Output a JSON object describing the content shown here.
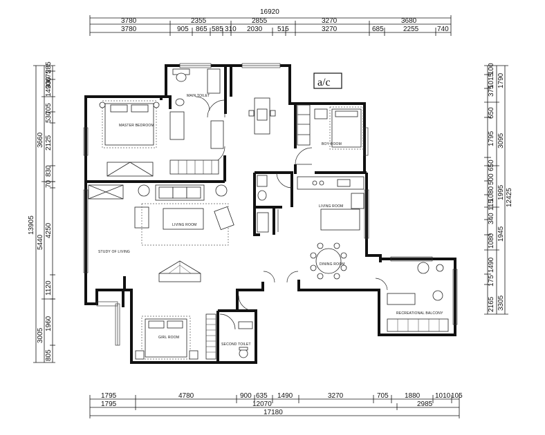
{
  "dimensions": {
    "top_total": "16920",
    "top_row1": [
      "3780",
      "2355",
      "2855",
      "3270",
      "3680"
    ],
    "top_row2": [
      "3780",
      "905",
      "865",
      "585",
      "310",
      "2030",
      "515",
      "3270",
      "685",
      "2255",
      "740"
    ],
    "bottom_row1": [
      "1795",
      "4780",
      "900",
      "635",
      "1490",
      "3270",
      "705",
      "1880",
      "1010",
      "105"
    ],
    "bottom_row2": [
      "1795",
      "12070",
      "2985"
    ],
    "bottom_total": "17180",
    "left_outer": "13905",
    "left_mid": [
      "3660",
      "5440",
      "3005"
    ],
    "left_inner": [
      "285",
      "675",
      "330",
      "1490",
      "705",
      "530",
      "2125",
      "830",
      "70",
      "4250",
      "1120",
      "1960",
      "805"
    ],
    "right_outer": "12425",
    "right_mid": [
      "1790",
      "3095",
      "1995",
      "1945",
      "3305"
    ],
    "right_inner": [
      "100",
      "1015",
      "375",
      "650",
      "1795",
      "650",
      "500",
      "1080",
      "115",
      "340",
      "1080",
      "1490",
      "175",
      "2165"
    ]
  },
  "title_box": "a/c",
  "rooms": {
    "master_bedroom": "MASTER BEDROOM",
    "master_toilet": "MAIN TOILET",
    "boy_room": "BOY ROOM",
    "living_room_1": "LIVING ROOM",
    "living_room_2": "LIVING ROOM",
    "study_of_living": "STUDY OF LIVING",
    "dining_room": "DINING ROOM",
    "recreational_balcony": "RECREATIONAL BALCONY",
    "girl_room": "GIRL ROOM",
    "second_toilet": "SECOND TOILET"
  }
}
